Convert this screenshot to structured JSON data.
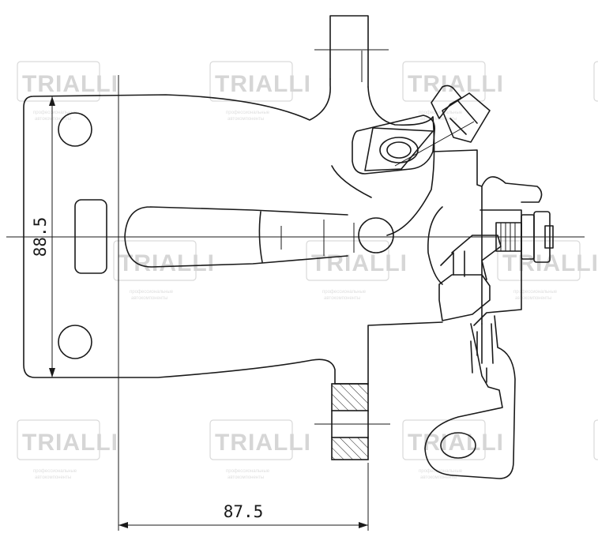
{
  "watermark": {
    "brand": "TRIALLI",
    "tagline_line1": "профессиональные",
    "tagline_line2": "автокомпоненты",
    "color": "#d6d6d6"
  },
  "dimensions": {
    "height_label": "88.5",
    "width_label": "87.5"
  },
  "colors": {
    "line": "#1a1a1a",
    "background": "#ffffff"
  }
}
